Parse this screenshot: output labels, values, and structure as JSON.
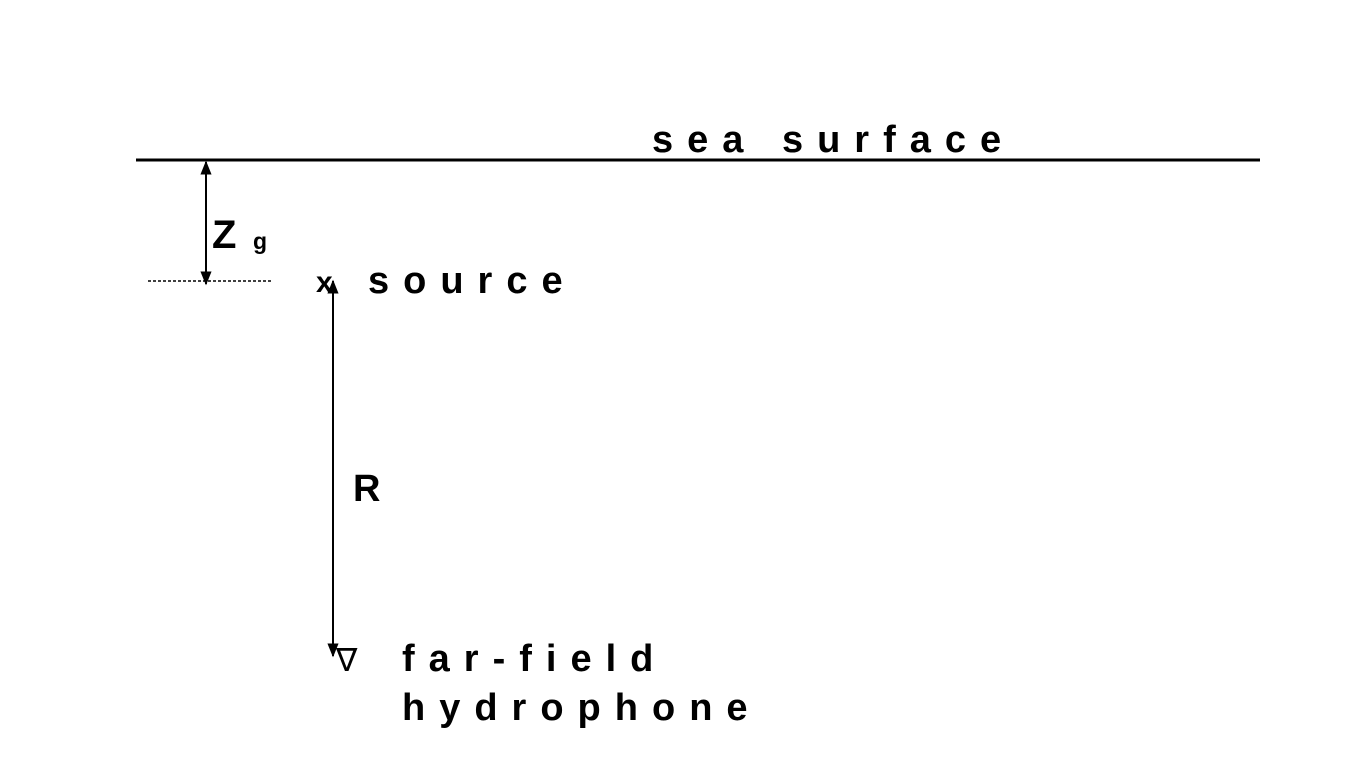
{
  "labels": {
    "sea_surface": "sea surface",
    "depth_symbol": "Z",
    "depth_subscript": "g",
    "source_marker": "x",
    "source": "source",
    "range_symbol": "R",
    "hydrophone_marker": "∇",
    "hydrophone_line1": "far-field",
    "hydrophone_line2": "hydrophone"
  },
  "colors": {
    "ink": "#000000",
    "background": "#ffffff"
  }
}
